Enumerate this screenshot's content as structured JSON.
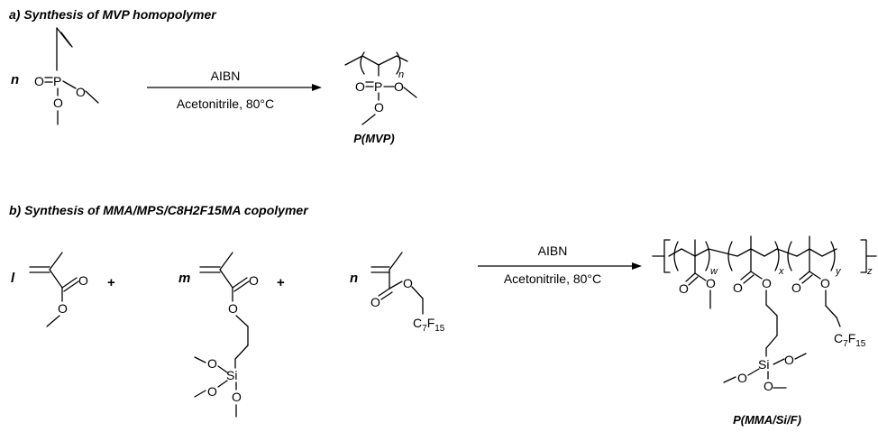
{
  "headings": {
    "a": "a) Synthesis of MVP homopolymer",
    "b": "b) Synthesis of MMA/MPS/C8H2F15MA copolymer"
  },
  "coefficients": {
    "n": "n",
    "l": "l",
    "m": "m"
  },
  "plus": "+",
  "reaction_a": {
    "reagent": "AIBN",
    "conditions": "Acetonitrile, 80°C"
  },
  "reaction_b": {
    "reagent": "AIBN",
    "conditions": "Acetonitrile, 80°C"
  },
  "atoms": {
    "O": "O",
    "P": "P",
    "Si": "Si",
    "C": "C",
    "F": "F"
  },
  "subscripts": {
    "n": "n",
    "w": "w",
    "x": "x",
    "y": "y",
    "z": "z",
    "c7": "7",
    "f15": "15"
  },
  "products": {
    "a": "P(MVP)",
    "b": "P(MMA/Si/F)"
  }
}
